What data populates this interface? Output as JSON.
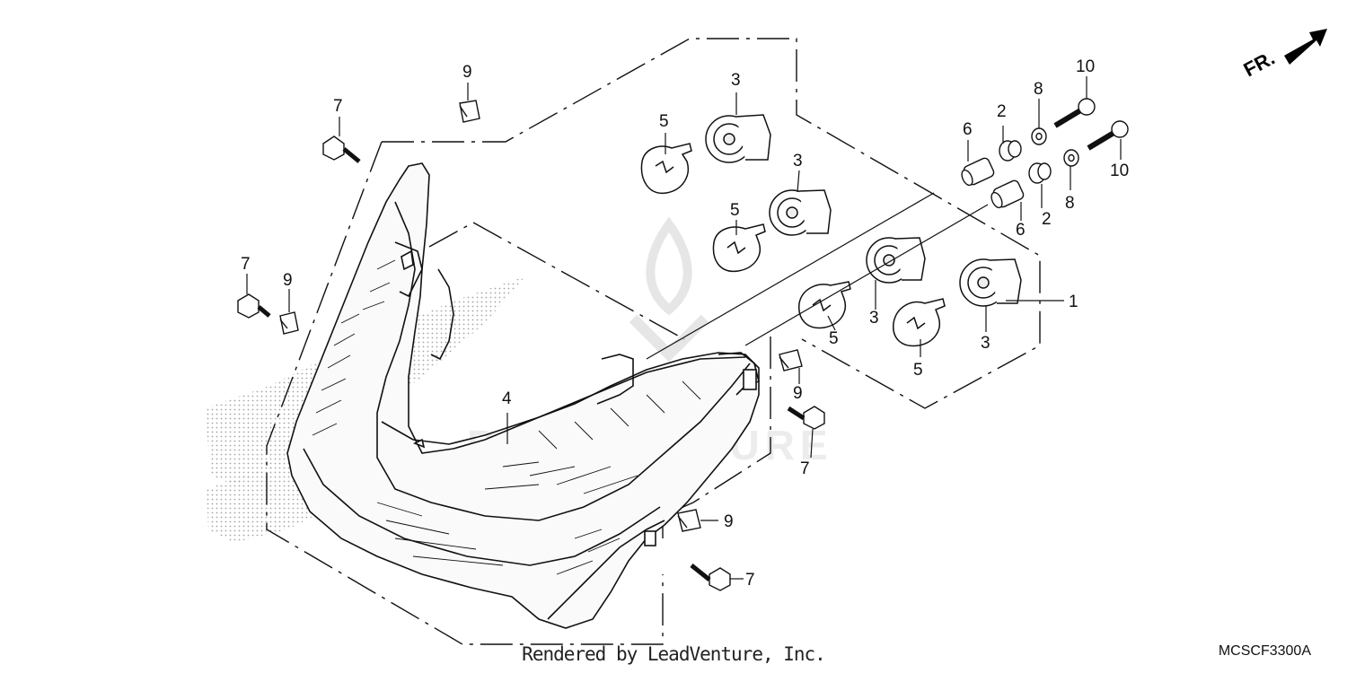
{
  "diagram": {
    "watermark": "PARTVENTURE",
    "direction_label": "FR.",
    "callouts": {
      "c1": "1",
      "c2a": "2",
      "c2b": "2",
      "c3a": "3",
      "c3b": "3",
      "c3c": "3",
      "c3d": "3",
      "c4": "4",
      "c5a": "5",
      "c5b": "5",
      "c5c": "5",
      "c5d": "5",
      "c6a": "6",
      "c6b": "6",
      "c7a": "7",
      "c7b": "7",
      "c7c": "7",
      "c7d": "7",
      "c8a": "8",
      "c8b": "8",
      "c9a": "9",
      "c9b": "9",
      "c9c": "9",
      "c9d": "9",
      "c10a": "10",
      "c10b": "10"
    }
  },
  "footer": {
    "credit": "Rendered by LeadVenture, Inc.",
    "diagram_code": "MCSCF3300A"
  }
}
